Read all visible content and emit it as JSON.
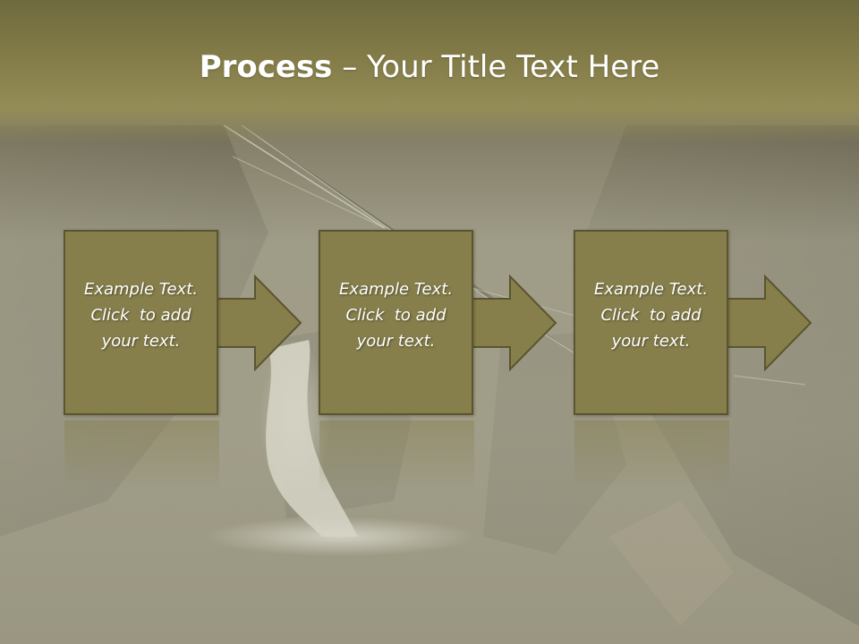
{
  "title": {
    "bold": "Process",
    "rest": " – Your Title Text Here"
  },
  "steps": [
    {
      "line1": "Example Text.",
      "line2": "Click  to add",
      "line3": "your text."
    },
    {
      "line1": "Example Text.",
      "line2": "Click  to add",
      "line3": "your text."
    },
    {
      "line1": "Example Text.",
      "line2": "Click  to add",
      "line3": "your text."
    }
  ],
  "colors": {
    "box_fill": "#867f4c",
    "box_border": "#5a5530",
    "header_band": "#7d7645",
    "text": "#ffffff"
  }
}
